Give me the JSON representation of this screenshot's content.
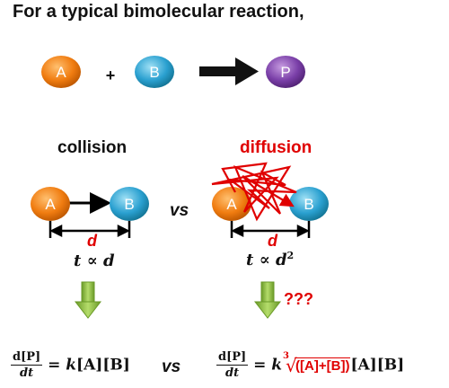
{
  "title": "For a typical bimolecular reaction,",
  "reaction": {
    "a": "A",
    "plus": "+",
    "b": "B",
    "p": "P"
  },
  "left": {
    "heading": "collision",
    "a": "A",
    "b": "B",
    "d": "d",
    "t": "t ∝ d"
  },
  "vs_top": "vs",
  "right": {
    "heading": "diffusion",
    "a": "A",
    "b": "B",
    "d": "d",
    "t_main": "t ∝ d",
    "t_exp": "2",
    "question": "???"
  },
  "rate": {
    "left": {
      "num": "d[P]",
      "den": "dt",
      "rhs_pre": "= ",
      "k": "k",
      "rhs_post": "[A][B]"
    },
    "vs": "vs",
    "right": {
      "num": "d[P]",
      "den": "dt",
      "rhs_pre": "= ",
      "k": "k",
      "root_index": "3",
      "root_body": "([A]+[B])",
      "rhs_post": "[A][B]"
    }
  },
  "colors": {
    "A": "#f07c10",
    "B": "#2aa0d0",
    "P": "#7a3fa8",
    "accent": "#e00000",
    "arrow": "#8fbf3f"
  }
}
